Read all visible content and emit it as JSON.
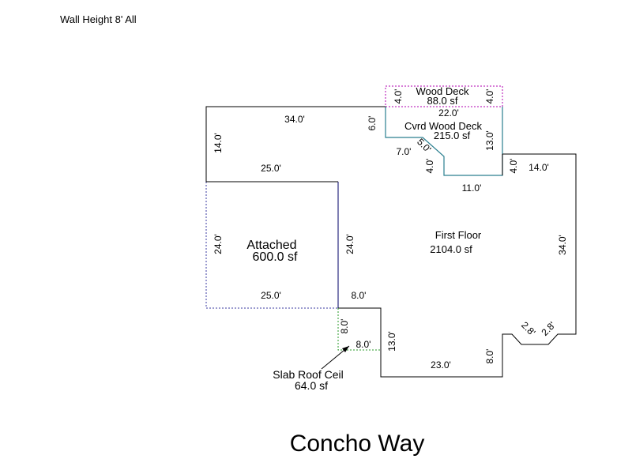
{
  "header": {
    "note": "Wall Height 8' All"
  },
  "plan_title": "Concho Way",
  "areas": {
    "wood_deck": {
      "name": "Wood Deck",
      "area": "88.0 sf",
      "color": "#b000b0"
    },
    "covered_deck": {
      "name": "Cvrd Wood Deck",
      "area": "215.0 sf",
      "color": "#2a7f8f"
    },
    "attached": {
      "name": "Attached",
      "area": "600.0 sf",
      "color": "#3a3aa0"
    },
    "first_floor": {
      "name": "First Floor",
      "area": "2104.0 sf",
      "color": "#000000"
    },
    "slab": {
      "name": "Slab Roof Ceil",
      "area": "64.0 sf",
      "color": "#2a9a2a"
    }
  },
  "dimensions": {
    "deck_left": "4.0'",
    "deck_width": "22.0'",
    "deck_right": "4.0'",
    "top_left": "34.0'",
    "left_upper": "14.0'",
    "mid_top": "25.0'",
    "step_6": "6.0'",
    "step_7": "7.0'",
    "diag_5": "5.0'",
    "step_4a": "4.0'",
    "bottom_11": "11.0'",
    "cov_13": "13.0'",
    "step_4b": "4.0'",
    "top_14": "14.0'",
    "garage_left": "24.0'",
    "garage_right": "24.0'",
    "garage_bottom": "25.0'",
    "ff_right": "34.0'",
    "top_8": "8.0'",
    "slab_v": "8.0'",
    "slab_h": "8.0'",
    "ff_13": "13.0'",
    "ff_bottom": "23.0'",
    "ff_8": "8.0'",
    "bay_a": "2.8'",
    "bay_b": "2.8'"
  }
}
